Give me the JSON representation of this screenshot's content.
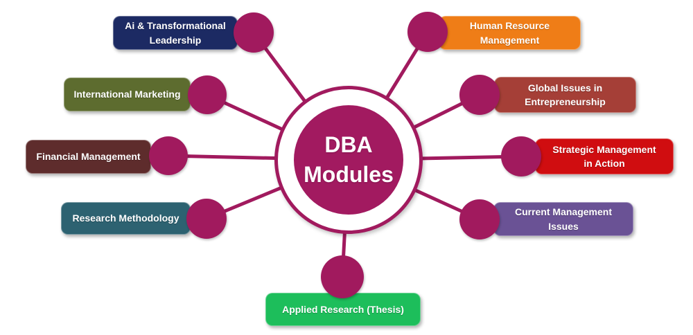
{
  "accent_color": "#A11A5E",
  "center": {
    "label": "DBA Modules",
    "fill": "#A21A60",
    "ring_color": "#FFFFFF",
    "text_color": "#FFFFFF"
  },
  "modules": [
    {
      "label": "Ai & Transformational Leadership",
      "color": "#1C2A63"
    },
    {
      "label": "International Marketing",
      "color": "#5D6C2F"
    },
    {
      "label": "Financial Management",
      "color": "#5E2C2C"
    },
    {
      "label": "Research Methodology",
      "color": "#2D6271"
    },
    {
      "label": "Human Resource Management",
      "color": "#EF7D17"
    },
    {
      "label": "Global Issues in Entrepreneurship",
      "color": "#A53F37"
    },
    {
      "label": "Strategic Management in Action",
      "color": "#D00D10"
    },
    {
      "label": "Current Management Issues",
      "color": "#6A5295"
    },
    {
      "label": "Applied Research (Thesis)",
      "color": "#1DBE5B"
    }
  ],
  "module_text_color": "#FFFFFF"
}
